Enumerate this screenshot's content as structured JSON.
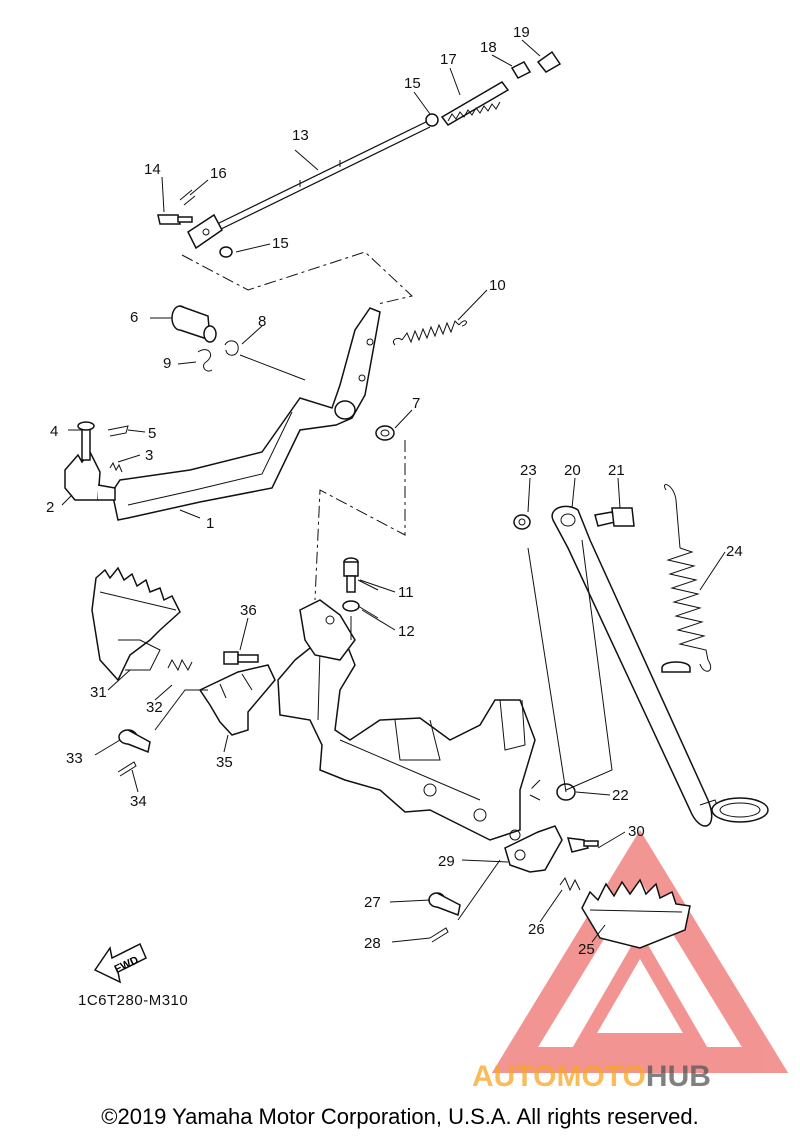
{
  "parts": [
    {
      "num": "1"
    },
    {
      "num": "2"
    },
    {
      "num": "3"
    },
    {
      "num": "4"
    },
    {
      "num": "5"
    },
    {
      "num": "6"
    },
    {
      "num": "7"
    },
    {
      "num": "8"
    },
    {
      "num": "9"
    },
    {
      "num": "10"
    },
    {
      "num": "11"
    },
    {
      "num": "12"
    },
    {
      "num": "13"
    },
    {
      "num": "14"
    },
    {
      "num": "15"
    },
    {
      "num": "15"
    },
    {
      "num": "16"
    },
    {
      "num": "17"
    },
    {
      "num": "18"
    },
    {
      "num": "19"
    },
    {
      "num": "20"
    },
    {
      "num": "21"
    },
    {
      "num": "22"
    },
    {
      "num": "23"
    },
    {
      "num": "24"
    },
    {
      "num": "25"
    },
    {
      "num": "26"
    },
    {
      "num": "27"
    },
    {
      "num": "28"
    },
    {
      "num": "29"
    },
    {
      "num": "30"
    },
    {
      "num": "31"
    },
    {
      "num": "32"
    },
    {
      "num": "33"
    },
    {
      "num": "34"
    },
    {
      "num": "35"
    },
    {
      "num": "36"
    }
  ],
  "fwd_label": "FWD",
  "diagram_code": "1C6T280-M310",
  "watermark": {
    "part1": "AUTOMOTO",
    "part2": "HUB",
    "color_primary": "#e8403a",
    "color_secondary": "#f5a623",
    "color_dark": "#555555"
  },
  "copyright": "©2019 Yamaha Motor Corporation, U.S.A. All rights reserved."
}
